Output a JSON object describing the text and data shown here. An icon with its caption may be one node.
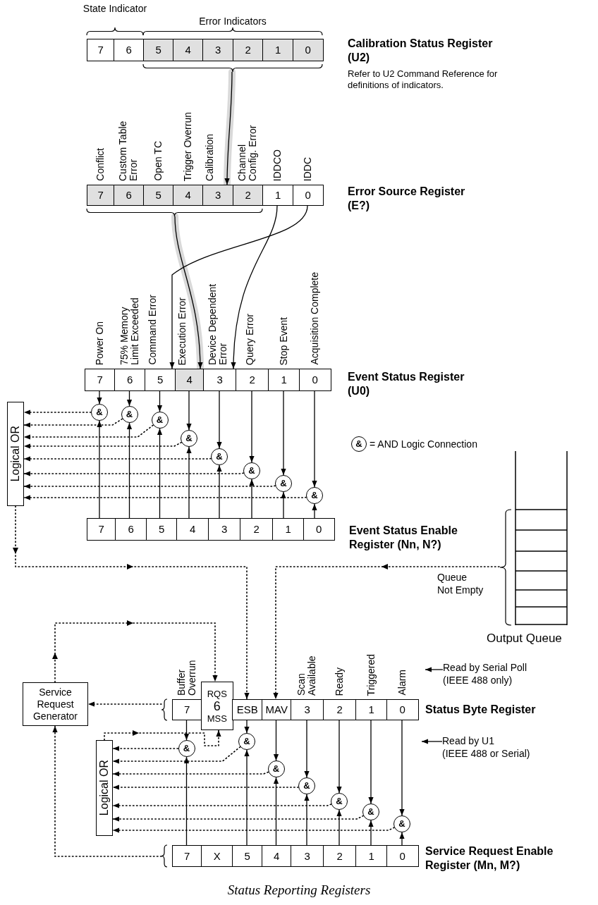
{
  "diagram": {
    "caption": "Status Reporting Registers",
    "nodes": [
      {
        "text": [
          "7"
        ]
      },
      {
        "text": [
          "6"
        ]
      },
      {
        "text": [
          "5"
        ]
      },
      {
        "text": [
          "4"
        ]
      },
      {
        "text": [
          "3"
        ]
      },
      {
        "text": [
          "2"
        ]
      },
      {
        "text": [
          "1"
        ]
      },
      {
        "text": [
          "0"
        ]
      },
      {
        "text": [
          "7"
        ],
        "beside": [
          "Conflict"
        ]
      },
      {
        "text": [
          "6"
        ],
        "beside": [
          "Custom Table Error"
        ]
      },
      {
        "text": [
          "5"
        ],
        "beside": [
          "Open TC"
        ]
      },
      {
        "text": [
          "4"
        ],
        "beside": [
          "Trigger Overrun"
        ]
      },
      {
        "text": [
          "3"
        ],
        "beside": [
          "Calibration"
        ]
      },
      {
        "text": [
          "2"
        ],
        "beside": [
          "Channel Config. Error"
        ]
      },
      {
        "text": [
          "1"
        ],
        "beside": [
          "IDDCO"
        ]
      },
      {
        "text": [
          "0"
        ],
        "beside": [
          "IDDC"
        ]
      },
      {
        "text": [
          "7"
        ],
        "beside": [
          "Power On"
        ]
      },
      {
        "text": [
          "6"
        ],
        "beside": [
          "75% Memory Limit Exceeded"
        ]
      },
      {
        "text": [
          "5"
        ],
        "beside": [
          "Command Error"
        ]
      },
      {
        "text": [
          "4"
        ],
        "beside": [
          "Execution Error"
        ]
      },
      {
        "text": [
          "3"
        ],
        "beside": [
          "Device Dependent Error"
        ]
      },
      {
        "text": [
          "2"
        ],
        "beside": [
          "Query Error"
        ]
      },
      {
        "text": [
          "1"
        ],
        "beside": [
          "Stop Event"
        ]
      },
      {
        "text": [
          "0"
        ],
        "beside": [
          "Acquisition Complete"
        ]
      },
      {
        "text": [
          "&"
        ]
      },
      {
        "text": [
          "&"
        ]
      },
      {
        "text": [
          "&"
        ]
      },
      {
        "text": [
          "&"
        ]
      },
      {
        "text": [
          "&"
        ]
      },
      {
        "text": [
          "&"
        ]
      },
      {
        "text": [
          "&"
        ]
      },
      {
        "text": [
          "&"
        ]
      },
      {
        "text": [
          "Logical OR"
        ]
      },
      {
        "text": [
          "7"
        ]
      },
      {
        "text": [
          "6"
        ]
      },
      {
        "text": [
          "5"
        ]
      },
      {
        "text": [
          "4"
        ]
      },
      {
        "text": [
          "3"
        ]
      },
      {
        "text": [
          "2"
        ]
      },
      {
        "text": [
          "1"
        ]
      },
      {
        "text": [
          "0"
        ]
      },
      {
        "text": [],
        "shape": "box",
        "beside": [
          "Output Queue"
        ]
      },
      {
        "text": [
          "Read by Serial Poll",
          "(IEEE 488 only)"
        ]
      },
      {
        "text": [
          "Service Request Generator"
        ]
      },
      {
        "text": [
          "7"
        ],
        "beside": [
          "Buffer Overrun"
        ]
      },
      {
        "text": [
          "RQS",
          "6",
          "MSS"
        ]
      },
      {
        "text": [
          "ESB"
        ]
      },
      {
        "text": [
          "MAV"
        ]
      },
      {
        "text": [
          "3"
        ],
        "beside": [
          "Scan Available"
        ]
      },
      {
        "text": [
          "2"
        ],
        "beside": [
          "Ready"
        ]
      },
      {
        "text": [
          "1"
        ],
        "beside": [
          "Triggered"
        ]
      },
      {
        "text": [
          "0"
        ],
        "beside": [
          "Alarm"
        ]
      },
      {
        "text": [
          "Read by U1",
          "(IEEE 488 or Serial)"
        ]
      },
      {
        "text": [
          "&"
        ]
      },
      {
        "text": [
          "&"
        ]
      },
      {
        "text": [
          "&"
        ]
      },
      {
        "text": [
          "&"
        ]
      },
      {
        "text": [
          "&"
        ]
      },
      {
        "text": [
          "&"
        ]
      },
      {
        "text": [
          "&"
        ]
      },
      {
        "text": [
          "Logical OR"
        ]
      },
      {
        "text": [
          "7"
        ]
      },
      {
        "text": [
          "X"
        ]
      },
      {
        "text": [
          "5"
        ]
      },
      {
        "text": [
          "4"
        ]
      },
      {
        "text": [
          "3"
        ]
      },
      {
        "text": [
          "2"
        ]
      },
      {
        "text": [
          "1"
        ]
      },
      {
        "text": [
          "0"
        ]
      },
      {
        "text": [],
        "shape": "brace"
      },
      {
        "text": [],
        "shape": "brace"
      },
      {
        "text": [],
        "shape": "brace"
      },
      {
        "text": [],
        "shape": "brace"
      }
    ],
    "edges": [
      {
        "from": 69,
        "to": 12,
        "arrow": "to"
      },
      {
        "from": 70,
        "to": 19,
        "arrow": "to"
      },
      {
        "from": 14,
        "to": 20,
        "arrow": "to"
      },
      {
        "from": 15,
        "to": 18,
        "arrow": "to"
      },
      {
        "from": 16,
        "to": 24,
        "arrow": "to"
      },
      {
        "from": 17,
        "to": 25,
        "arrow": "to"
      },
      {
        "from": 18,
        "to": 26,
        "arrow": "to"
      },
      {
        "from": 19,
        "to": 27,
        "arrow": "to"
      },
      {
        "from": 20,
        "to": 28,
        "arrow": "to"
      },
      {
        "from": 21,
        "to": 29,
        "arrow": "to"
      },
      {
        "from": 22,
        "to": 30,
        "arrow": "to"
      },
      {
        "from": 23,
        "to": 31,
        "arrow": "to"
      },
      {
        "from": 33,
        "to": 24,
        "arrow": "to"
      },
      {
        "from": 34,
        "to": 25,
        "arrow": "to"
      },
      {
        "from": 35,
        "to": 26,
        "arrow": "to"
      },
      {
        "from": 36,
        "to": 27,
        "arrow": "to"
      },
      {
        "from": 37,
        "to": 28,
        "arrow": "to"
      },
      {
        "from": 38,
        "to": 29,
        "arrow": "to"
      },
      {
        "from": 39,
        "to": 30,
        "arrow": "to"
      },
      {
        "from": 40,
        "to": 31,
        "arrow": "to"
      },
      {
        "from": 24,
        "to": 32,
        "arrow": "to",
        "style": "dashed"
      },
      {
        "from": 25,
        "to": 32,
        "arrow": "to",
        "style": "dashed"
      },
      {
        "from": 26,
        "to": 32,
        "arrow": "to",
        "style": "dashed"
      },
      {
        "from": 27,
        "to": 32,
        "arrow": "to",
        "style": "dashed"
      },
      {
        "from": 28,
        "to": 32,
        "arrow": "to",
        "style": "dashed"
      },
      {
        "from": 29,
        "to": 32,
        "arrow": "to",
        "style": "dashed"
      },
      {
        "from": 30,
        "to": 32,
        "arrow": "to",
        "style": "dashed"
      },
      {
        "from": 31,
        "to": 32,
        "arrow": "to",
        "style": "dashed"
      },
      {
        "from": 32,
        "to": 46,
        "arrow": "to",
        "style": "dashed"
      },
      {
        "from": 41,
        "to": 47,
        "arrow": "to",
        "style": "dashed",
        "label": "Queue Not Empty"
      },
      {
        "from": 42,
        "to": null,
        "arrow": "to"
      },
      {
        "from": 43,
        "to": 45,
        "arrow": "to",
        "style": "dashed"
      },
      {
        "from": 71,
        "to": 43,
        "arrow": "to",
        "style": "dashed"
      },
      {
        "from": 44,
        "to": 53,
        "arrow": "to"
      },
      {
        "from": 46,
        "to": 54,
        "arrow": "to"
      },
      {
        "from": 47,
        "to": 55,
        "arrow": "to"
      },
      {
        "from": 48,
        "to": 56,
        "arrow": "to"
      },
      {
        "from": 49,
        "to": 57,
        "arrow": "to"
      },
      {
        "from": 50,
        "to": 58,
        "arrow": "to"
      },
      {
        "from": 51,
        "to": 59,
        "arrow": "to"
      },
      {
        "from": 61,
        "to": 53,
        "arrow": "to"
      },
      {
        "from": 63,
        "to": 54,
        "arrow": "to"
      },
      {
        "from": 64,
        "to": 55,
        "arrow": "to"
      },
      {
        "from": 65,
        "to": 56,
        "arrow": "to"
      },
      {
        "from": 66,
        "to": 57,
        "arrow": "to"
      },
      {
        "from": 67,
        "to": 58,
        "arrow": "to"
      },
      {
        "from": 68,
        "to": 59,
        "arrow": "to"
      },
      {
        "from": 53,
        "to": 60,
        "arrow": "to",
        "style": "dashed"
      },
      {
        "from": 54,
        "to": 60,
        "arrow": "to",
        "style": "dashed"
      },
      {
        "from": 55,
        "to": 60,
        "arrow": "to",
        "style": "dashed"
      },
      {
        "from": 56,
        "to": 60,
        "arrow": "to",
        "style": "dashed"
      },
      {
        "from": 57,
        "to": 60,
        "arrow": "to",
        "style": "dashed"
      },
      {
        "from": 58,
        "to": 60,
        "arrow": "to",
        "style": "dashed"
      },
      {
        "from": 59,
        "to": 60,
        "arrow": "to",
        "style": "dashed"
      },
      {
        "from": 60,
        "to": 45,
        "arrow": "to",
        "style": "dashed"
      },
      {
        "from": 72,
        "to": 43,
        "arrow": "to",
        "style": "dashed"
      },
      {
        "from": 52,
        "to": null,
        "arrow": "to"
      }
    ],
    "labels": [
      "State Indicator",
      "Error Indicators",
      "Calibration Status Register (U2)",
      "Refer to U2 Command Reference for definitions of indicators.",
      "Error Source Register (E?)",
      "Event Status Register (U0)",
      "&",
      "Event Status Enable Register (Nn, N?)",
      "Status Byte Register",
      "Service Request Enable Register (Mn, M?)"
    ],
    "legend": [
      {
        "text": "= AND Logic Connection"
      }
    ]
  }
}
